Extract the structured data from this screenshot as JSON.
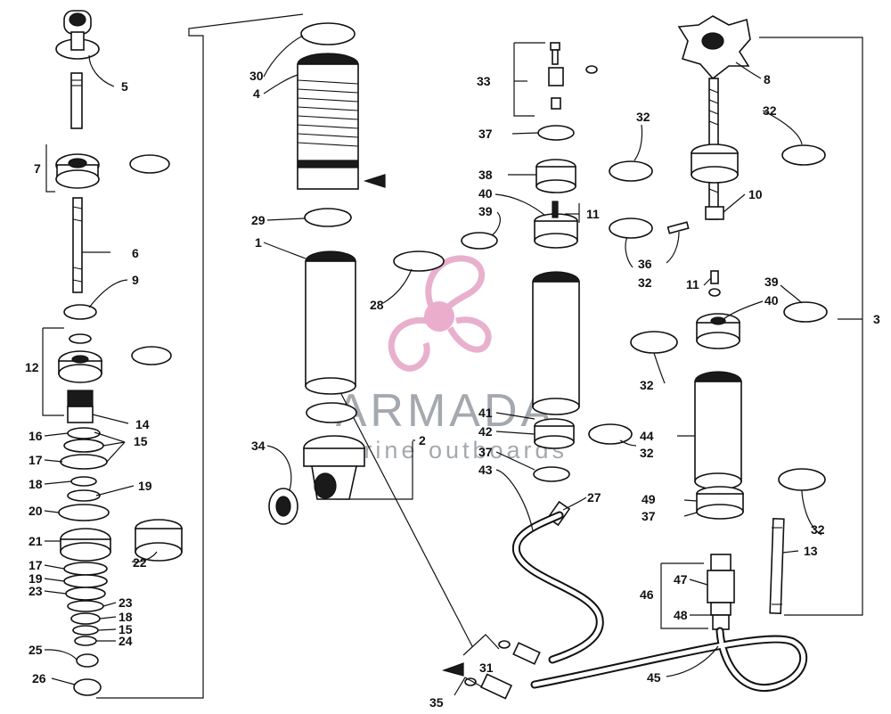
{
  "watermark": {
    "brand": "ARMADA",
    "tagline": "marine outboards",
    "color": "#e6a8c8",
    "hub_color": "#e8a6c7"
  },
  "colors": {
    "ink": "#111111",
    "paper": "#ffffff"
  },
  "labels": {
    "p1": "1",
    "p2": "2",
    "p3": "3",
    "p4": "4",
    "p5": "5",
    "p6": "6",
    "p7": "7",
    "p8": "8",
    "p9": "9",
    "p10": "10",
    "p11a": "11",
    "p11b": "11",
    "p12": "12",
    "p13": "13",
    "p14": "14",
    "p15a": "15",
    "p15b": "15",
    "p16": "16",
    "p17a": "17",
    "p17b": "17",
    "p18a": "18",
    "p18b": "18",
    "p19a": "19",
    "p19b": "19",
    "p20": "20",
    "p21": "21",
    "p22": "22",
    "p23a": "23",
    "p23b": "23",
    "p24": "24",
    "p25": "25",
    "p26": "26",
    "p27": "27",
    "p28": "28",
    "p29": "29",
    "p30": "30",
    "p31": "31",
    "p32a": "32",
    "p32b": "32",
    "p32c": "32",
    "p32d": "32",
    "p32e": "32",
    "p32f": "32",
    "p33": "33",
    "p34": "34",
    "p35": "35",
    "p36": "36",
    "p37a": "37",
    "p37b": "37",
    "p37c": "37",
    "p38": "38",
    "p39a": "39",
    "p39b": "39",
    "p40a": "40",
    "p40b": "40",
    "p41": "41",
    "p42": "42",
    "p43": "43",
    "p44": "44",
    "p45": "45",
    "p46": "46",
    "p47": "47",
    "p48": "48",
    "p49": "49"
  }
}
